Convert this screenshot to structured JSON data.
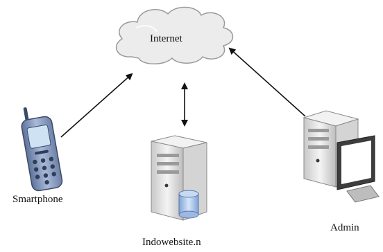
{
  "diagram": {
    "nodes": {
      "internet": {
        "label": "Internet",
        "icon": "cloud-icon"
      },
      "smartphone": {
        "label": "Smartphone",
        "icon": "mobile-phone-icon"
      },
      "server": {
        "label": "Indowebsite.n",
        "icon": "database-server-icon"
      },
      "admin": {
        "label": "Admin",
        "icon": "workstation-icon"
      }
    },
    "edges": [
      {
        "from": "smartphone",
        "to": "internet",
        "direction": "one-way"
      },
      {
        "from": "server",
        "to": "internet",
        "direction": "two-way"
      },
      {
        "from": "admin",
        "to": "internet",
        "direction": "one-way"
      }
    ]
  },
  "colors": {
    "arrow": "#111111",
    "cloud_fill": "#ececec",
    "cloud_stroke": "#9a9a9a",
    "phone_body": "#8fa3c7",
    "phone_screen": "#cfe2f4",
    "server_body": "#e6e6e6",
    "database": "#a9c3e6",
    "monitor_frame": "#b7b7b7"
  }
}
